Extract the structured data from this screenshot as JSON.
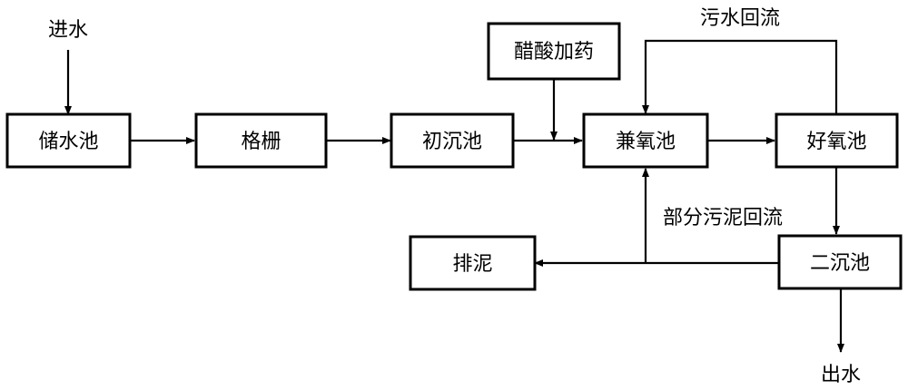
{
  "nodes": {
    "storage_tank": "储水池",
    "grille": "格栅",
    "primary_settling": "初沉池",
    "acetic_acid_dosing": "醋酸加药",
    "anoxic_tank": "兼氧池",
    "aerobic_tank": "好氧池",
    "secondary_settling": "二沉池",
    "sludge_discharge": "排泥"
  },
  "labels": {
    "water_in": "进水",
    "water_out": "出水",
    "sewage_reflux": "污水回流",
    "partial_sludge_reflux": "部分污泥回流"
  },
  "colors": {
    "stroke": "#000000",
    "background": "#ffffff"
  }
}
